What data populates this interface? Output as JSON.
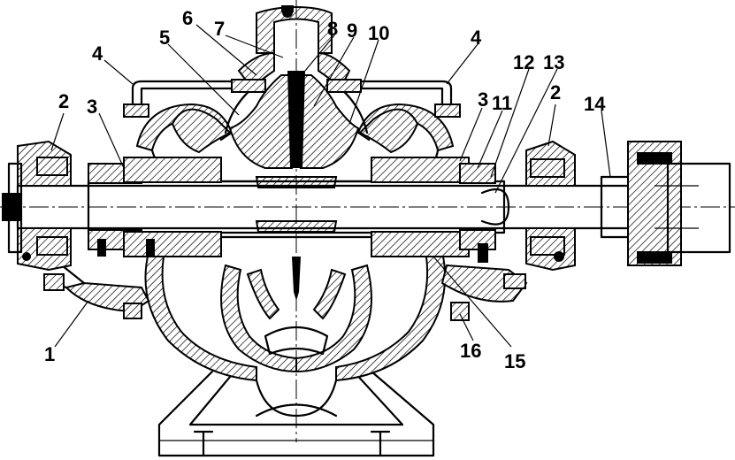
{
  "callouts": [
    {
      "id": "c1",
      "text": "1"
    },
    {
      "id": "c2a",
      "text": "2"
    },
    {
      "id": "c2b",
      "text": "2"
    },
    {
      "id": "c3a",
      "text": "3"
    },
    {
      "id": "c3b",
      "text": "3"
    },
    {
      "id": "c4a",
      "text": "4"
    },
    {
      "id": "c4b",
      "text": "4"
    },
    {
      "id": "c5",
      "text": "5"
    },
    {
      "id": "c6",
      "text": "6"
    },
    {
      "id": "c7",
      "text": "7"
    },
    {
      "id": "c8",
      "text": "8"
    },
    {
      "id": "c9",
      "text": "9"
    },
    {
      "id": "c10",
      "text": "10"
    },
    {
      "id": "c11",
      "text": "11"
    },
    {
      "id": "c12",
      "text": "12"
    },
    {
      "id": "c13",
      "text": "13"
    },
    {
      "id": "c14",
      "text": "14"
    },
    {
      "id": "c15",
      "text": "15"
    },
    {
      "id": "c16",
      "text": "16"
    }
  ]
}
